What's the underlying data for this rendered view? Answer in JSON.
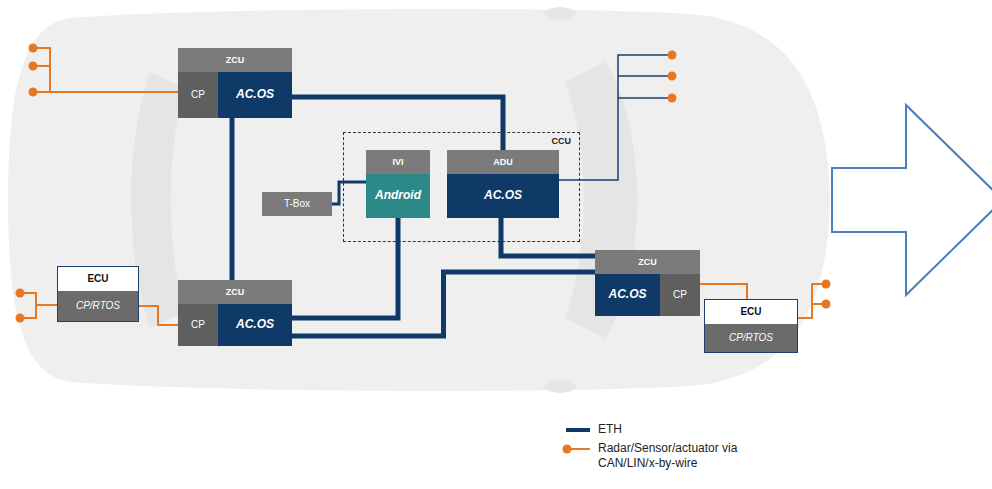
{
  "diagram": {
    "nodes": [
      {
        "text": [
          "ZCU"
        ]
      },
      {
        "text": [
          "CP"
        ],
        "in": 0
      },
      {
        "text": [
          "AC.OS"
        ],
        "in": 0
      },
      {
        "text": [
          "CCU"
        ]
      },
      {
        "text": [
          "IVI"
        ],
        "in": 3
      },
      {
        "text": [
          "Android"
        ],
        "in": 4
      },
      {
        "text": [
          "ADU"
        ],
        "in": 3
      },
      {
        "text": [
          "AC.OS"
        ],
        "in": 6
      },
      {
        "text": [
          "T-Box"
        ]
      },
      {
        "text": [
          "ECU"
        ]
      },
      {
        "text": [
          "CP/RTOS"
        ],
        "in": 9
      },
      {
        "text": [
          "ZCU"
        ]
      },
      {
        "text": [
          "CP"
        ],
        "in": 11
      },
      {
        "text": [
          "AC.OS"
        ],
        "in": 11
      },
      {
        "text": [
          "ZCU"
        ]
      },
      {
        "text": [
          "AC.OS"
        ],
        "in": 14
      },
      {
        "text": [
          "CP"
        ],
        "in": 14
      },
      {
        "text": [
          "ECU"
        ]
      },
      {
        "text": [
          "CP/RTOS"
        ],
        "in": 17
      }
    ],
    "edges": [
      {
        "from": 0,
        "to": 6,
        "arrow": "none"
      },
      {
        "from": 0,
        "to": 11,
        "arrow": "none"
      },
      {
        "from": 8,
        "to": 4,
        "arrow": "none"
      },
      {
        "from": 4,
        "to": 11,
        "arrow": "none"
      },
      {
        "from": 6,
        "to": 14,
        "arrow": "none"
      },
      {
        "from": 11,
        "to": 14,
        "arrow": "none"
      },
      {
        "from": 10,
        "to": 12,
        "arrow": "none"
      },
      {
        "from": 16,
        "to": 17,
        "arrow": "none"
      }
    ],
    "legend": [
      {
        "text": "ETH"
      },
      {
        "text": "Radar/Sensor/actuator via CAN/LIN/x-by-wire"
      }
    ]
  }
}
